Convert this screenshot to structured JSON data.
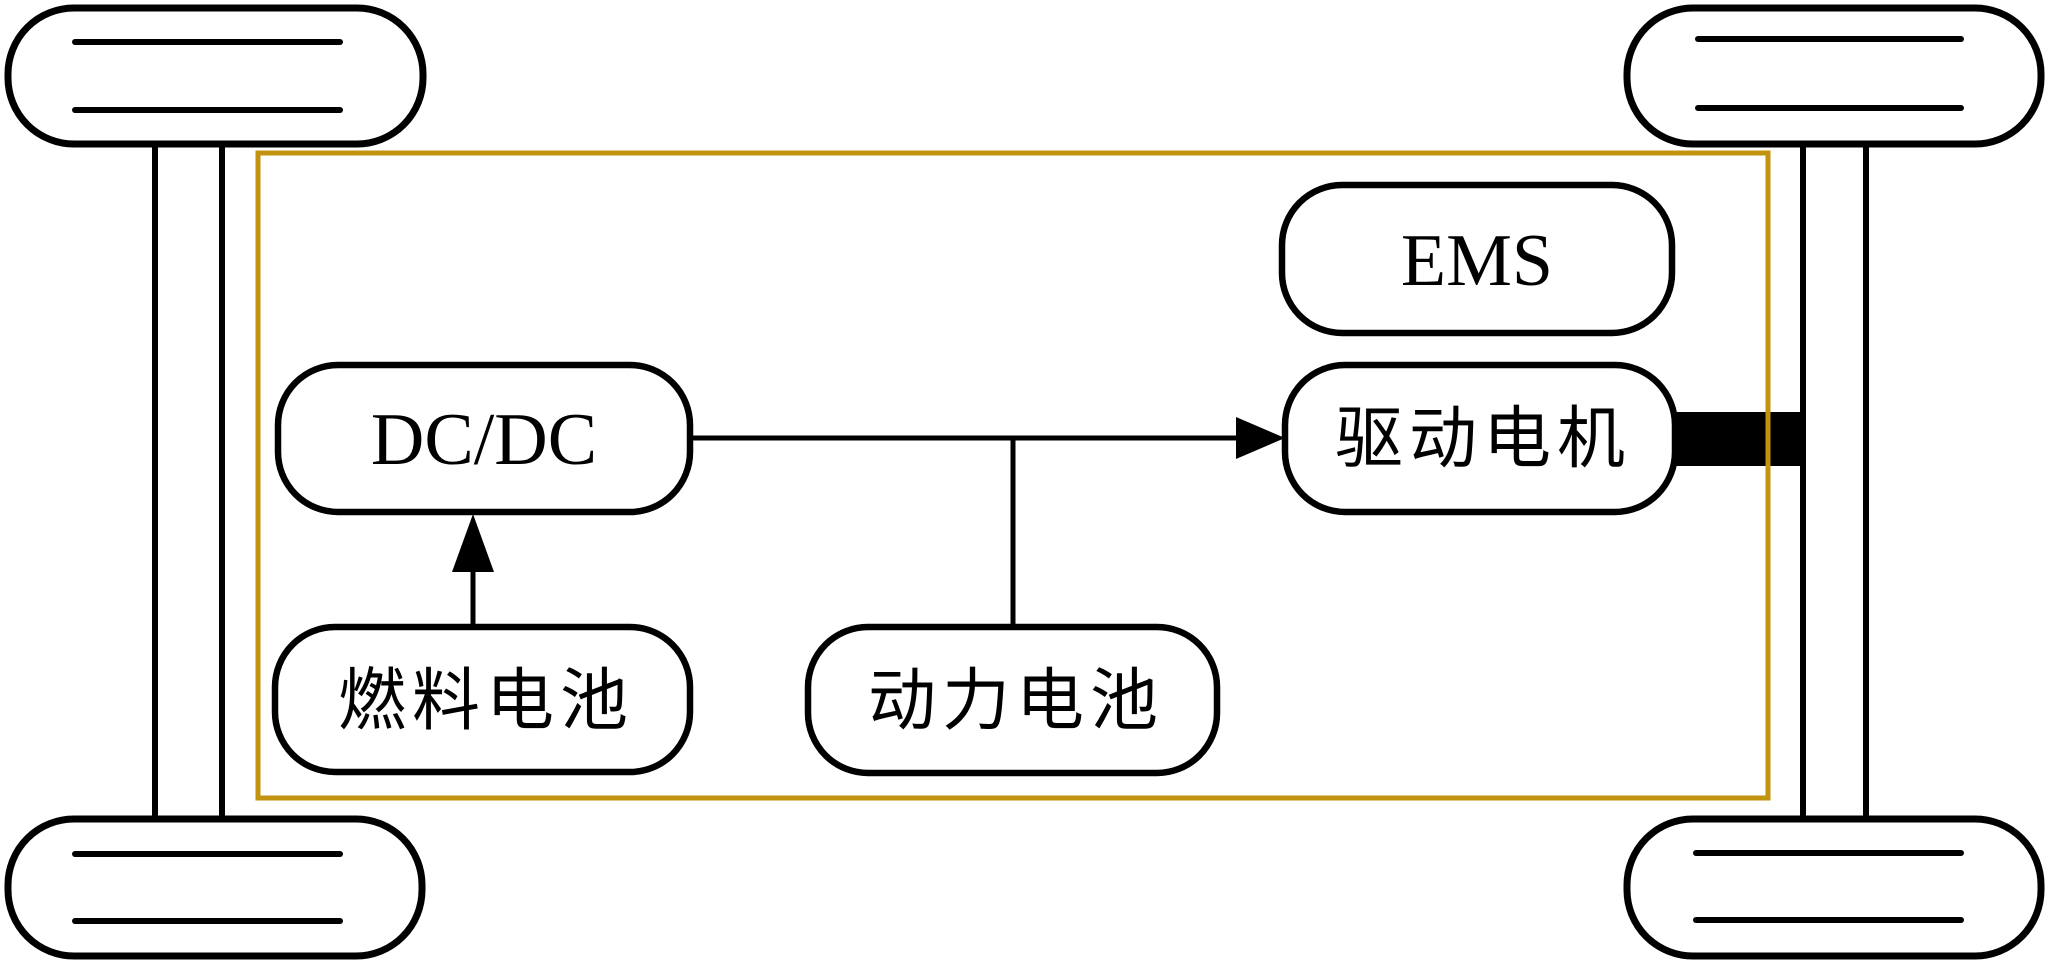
{
  "diagram": {
    "type": "vehicle-powertrain-block-diagram",
    "background": "#ffffff",
    "colors": {
      "line": "#000000",
      "chassis_frame": "#C2930E",
      "box_fill": "#ffffff",
      "shaft_bar": "#000000"
    },
    "nodes": [
      {
        "id": "ems",
        "label": "EMS"
      },
      {
        "id": "drive-motor",
        "label": "驱动电机"
      },
      {
        "id": "dcdc-converter",
        "label": "DC/DC"
      },
      {
        "id": "fuel-cell",
        "label": "燃料电池"
      },
      {
        "id": "power-battery",
        "label": "动力电池"
      }
    ],
    "edges": [
      {
        "from": "dcdc-converter",
        "to": "drive-motor",
        "style": "arrow"
      },
      {
        "from": "fuel-cell",
        "to": "dcdc-converter",
        "style": "arrow"
      },
      {
        "from": "power-battery",
        "to": "dc-bus-line",
        "style": "line"
      },
      {
        "from": "drive-motor",
        "to": "rear-axle",
        "style": "thick-bar"
      }
    ]
  }
}
